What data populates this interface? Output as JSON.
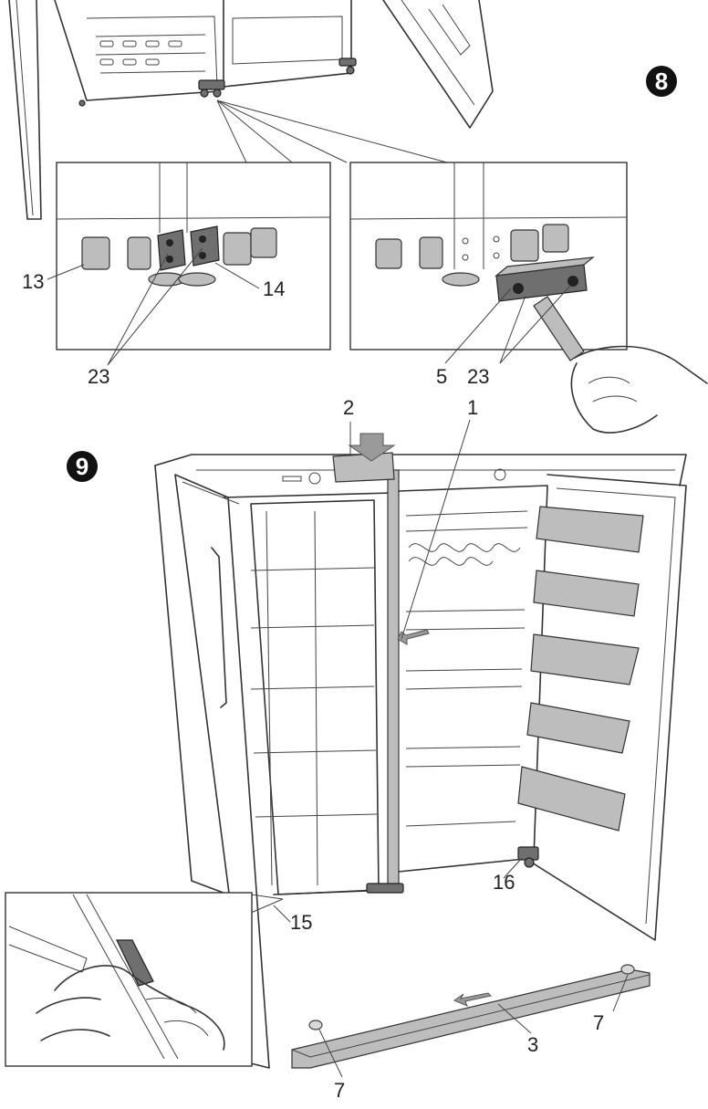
{
  "steps": {
    "step8": "8",
    "step9": "9"
  },
  "callouts": {
    "c13": "13",
    "c14": "14",
    "c23_left": "23",
    "c5": "5",
    "c23_right": "23",
    "c2": "2",
    "c1": "1",
    "c16": "16",
    "c15": "15",
    "c7_right": "7",
    "c3": "3",
    "c7_bottom": "7"
  }
}
